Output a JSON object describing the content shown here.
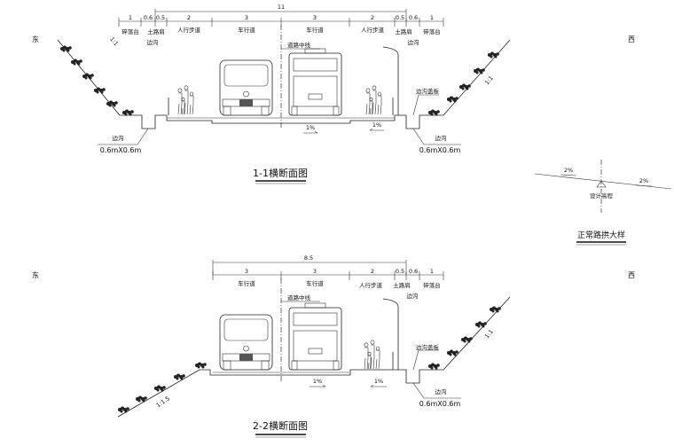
{
  "section1": {
    "side_left": "东",
    "side_right": "西",
    "total_width": "11",
    "dims": [
      "1",
      "0.6",
      "0.5",
      "2",
      "3",
      "3",
      "2",
      "0.5",
      "0.6",
      "1"
    ],
    "labels": [
      "碎落台",
      "土路肩",
      "人行步道",
      "车行道",
      "车行道",
      "人行步道",
      "土路肩",
      "碎落台"
    ],
    "ditch_label": "边沟",
    "centerline": "道路中线",
    "ditch_cover": "边沟盖板",
    "slope_left": "1:1",
    "slope_right": "1:1",
    "ditch_name": "边沟",
    "ditch_size": "0.6mX0.6m",
    "grade_left": "1%",
    "grade_right": "1%",
    "title": "1-1横断面图"
  },
  "section2": {
    "side_left": "东",
    "side_right": "西",
    "total_width": "8.5",
    "dims": [
      "3",
      "3",
      "2",
      "0.5",
      "0.6",
      "1"
    ],
    "labels": [
      "车行道",
      "车行道",
      "人行步道",
      "土路肩",
      "碎落台"
    ],
    "ditch_label": "边沟",
    "centerline": "道路中线",
    "ditch_cover": "边沟盖板",
    "slope_left": "1:1.5",
    "slope_right": "1:1",
    "ditch_name": "边沟",
    "ditch_size": "0.6mX0.6m",
    "grade_left": "1%",
    "grade_right": "1%",
    "title": "2-2横断面图"
  },
  "crown_detail": {
    "grade_left": "2%",
    "grade_right": "2%",
    "elevation_label": "设计高程",
    "title": "正常路拱大样"
  }
}
